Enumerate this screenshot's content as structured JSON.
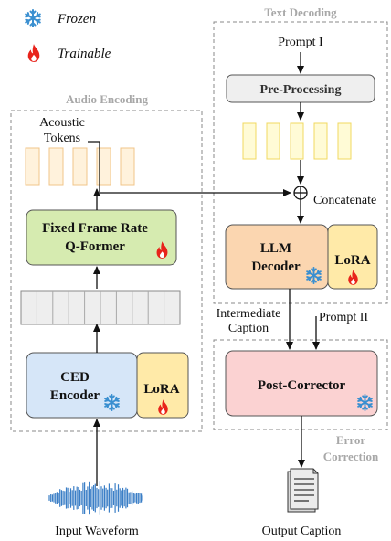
{
  "legend": {
    "frozen": "Frozen",
    "trainable": "Trainable"
  },
  "sections": {
    "audio": "Audio Encoding",
    "text": "Text Decoding",
    "error_line1": "Error",
    "error_line2": "Correction"
  },
  "labels": {
    "acoustic_line1": "Acoustic",
    "acoustic_line2": "Tokens",
    "prompt1": "Prompt I",
    "prompt2": "Prompt II",
    "concatenate": "Concatenate",
    "intermediate_line1": "Intermediate",
    "intermediate_line2": "Caption",
    "input_waveform": "Input Waveform",
    "output_caption": "Output Caption"
  },
  "blocks": {
    "preprocessing": "Pre-Processing",
    "qformer_line1": "Fixed Frame Rate",
    "qformer_line2": "Q-Former",
    "ced_line1": "CED",
    "ced_line2": "Encoder",
    "lora": "LoRA",
    "llm_line1": "LLM",
    "llm_line2": "Decoder",
    "post_corrector": "Post-Corrector"
  },
  "colors": {
    "frozen_icon": "#3a8fd0",
    "trainable_icon": "#e8231b",
    "token_fill": "#fff2dc",
    "token_stroke": "#f0c58a",
    "text_token_fill": "#fffbd6",
    "text_token_stroke": "#f0d860",
    "qformer_fill": "#d6ebb0",
    "ced_fill": "#d6e6f8",
    "lora_fill": "#ffeaa8",
    "llm_fill": "#fbd6b0",
    "post_fill": "#fbd2d2",
    "waveform": "#3a7ec6"
  }
}
